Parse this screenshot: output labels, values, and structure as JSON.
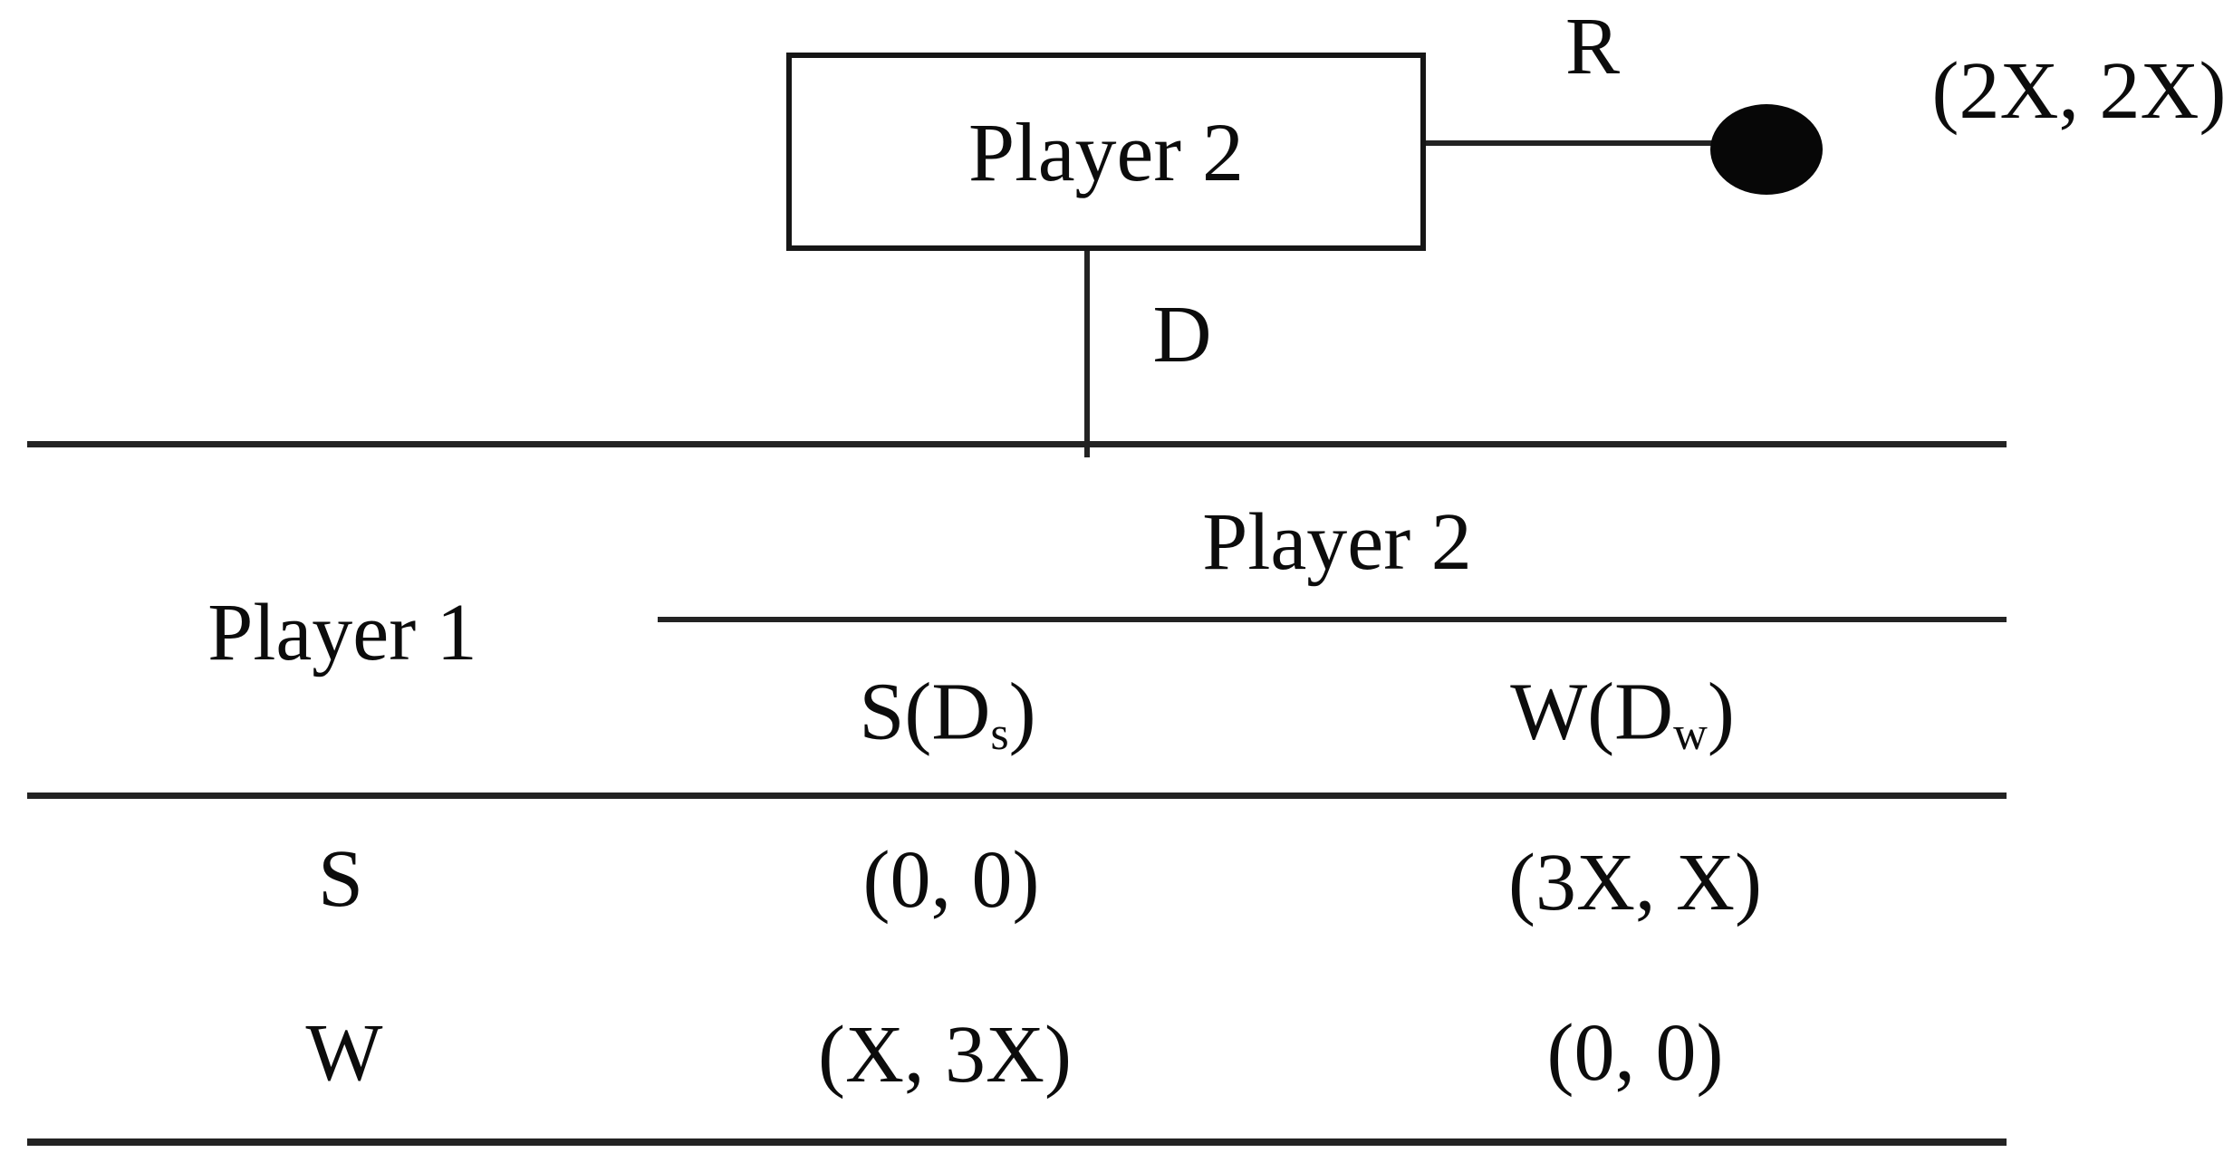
{
  "figure": {
    "background_color": "#ffffff",
    "text_color": "#0c0c0c",
    "line_color": "#232323",
    "node_shape": "filled-black-ellipse"
  },
  "tree": {
    "decision_box_label": "Player 2",
    "branch_r_label": "R",
    "branch_r_payoff": "(2X, 2X)",
    "branch_d_label": "D"
  },
  "matrix": {
    "column_player_label": "Player 2",
    "row_player_label": "Player 1",
    "column_headers": [
      {
        "pre": "S(D",
        "sub": "s",
        "post": ")"
      },
      {
        "pre": "W(D",
        "sub": "w",
        "post": ")"
      }
    ],
    "rows": [
      {
        "strategy": "S",
        "payoffs": [
          "(0, 0)",
          "(3X, X)"
        ]
      },
      {
        "strategy": "W",
        "payoffs": [
          "(X, 3X)",
          "(0, 0)"
        ]
      }
    ]
  }
}
